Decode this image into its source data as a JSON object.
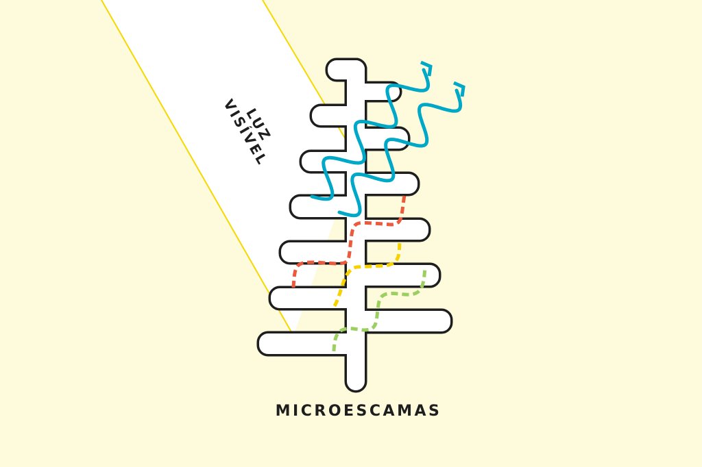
{
  "labels": {
    "light": [
      "LUZ",
      "VISÍVEL"
    ],
    "structure": "MICROESCAMAS"
  },
  "colors": {
    "background": "#fefbdc",
    "beam_edge": "#f6d800",
    "outline": "#1e1e1e",
    "reflected_wave": "#00a8c8",
    "red_path": "#eb5a3c",
    "yellow_path": "#f8d200",
    "green_path": "#9bd060"
  }
}
